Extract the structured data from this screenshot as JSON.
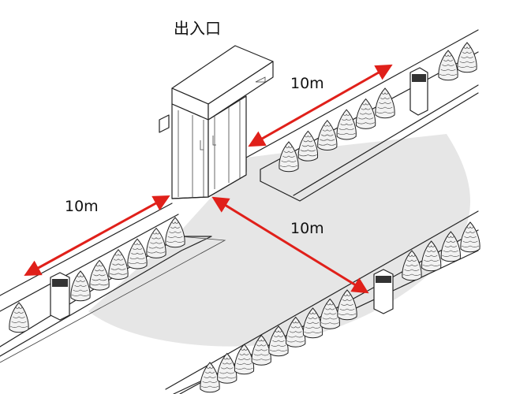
{
  "labels": {
    "entrance": "出入口",
    "distance_right": "10m",
    "distance_left": "10m",
    "distance_front": "10m"
  },
  "colors": {
    "arrow": "#e0201a",
    "area": "#e6e6e6",
    "outline": "#222222",
    "background": "#ffffff"
  },
  "icons": {
    "shrub": "conical-shrub-icon",
    "ashtray": "outdoor-ashtray-icon"
  }
}
